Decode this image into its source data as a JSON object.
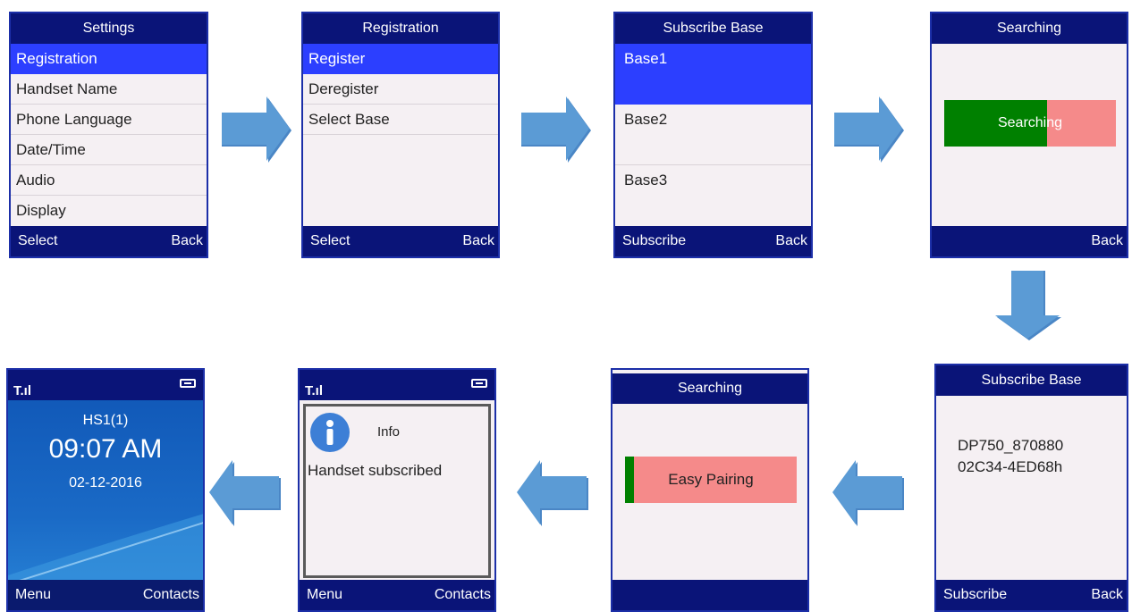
{
  "screen1": {
    "title": "Settings",
    "items": [
      "Registration",
      "Handset Name",
      "Phone Language",
      "Date/Time",
      "Audio",
      "Display"
    ],
    "left": "Select",
    "right": "Back"
  },
  "screen2": {
    "title": "Registration",
    "items": [
      "Register",
      "Deregister",
      "Select Base"
    ],
    "left": "Select",
    "right": "Back"
  },
  "screen3": {
    "title": "Subscribe Base",
    "items": [
      "Base1",
      "Base2",
      "Base3"
    ],
    "left": "Subscribe",
    "right": "Back"
  },
  "screen4": {
    "title": "Searching",
    "progress_label": "Searching",
    "progress": 0.6,
    "right": "Back"
  },
  "screen5": {
    "title": "Subscribe Base",
    "line1": "DP750_870880",
    "line2": "02C34-4ED68h",
    "left": "Subscribe",
    "right": "Back"
  },
  "screen6": {
    "title": "Searching",
    "progress_label": "Easy Pairing",
    "progress": 0.05
  },
  "screen7": {
    "info_label": "Info",
    "message": "Handset subscribed",
    "left": "Menu",
    "right": "Contacts"
  },
  "screen8": {
    "handset": "HS1(1)",
    "time": "09:07 AM",
    "date": "02-12-2016",
    "left": "Menu",
    "right": "Contacts"
  },
  "colors": {
    "bar": "#0a1478",
    "select": "#2c3fff",
    "arrow": "#5b9bd5",
    "progress": "#008000",
    "progress_bg": "#f58a8a"
  }
}
